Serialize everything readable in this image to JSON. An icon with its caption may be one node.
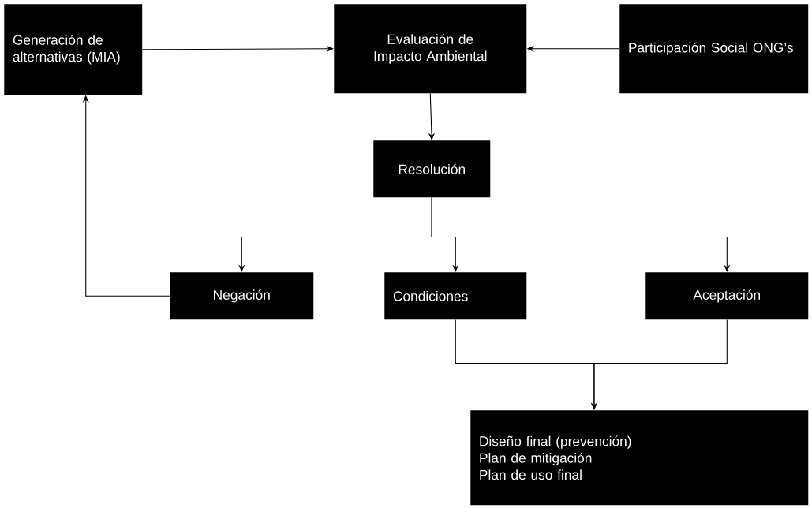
{
  "diagram": {
    "nodes": [
      {
        "text": [
          "Generación de alternativas (MIA)"
        ]
      },
      {
        "text": [
          "Evaluación de Impacto Ambiental"
        ]
      },
      {
        "text": [
          "Participación Social ONG’s"
        ]
      },
      {
        "text": [
          "Resolución"
        ]
      },
      {
        "text": [
          "Negación"
        ]
      },
      {
        "text": [
          "Condiciones"
        ]
      },
      {
        "text": [
          "Aceptación"
        ]
      },
      {
        "text": [
          "Diseño final (prevención)",
          "Plan de mitigación",
          "Plan de uso final"
        ]
      }
    ],
    "edges": [
      {
        "from": 0,
        "to": 1,
        "arrow": "to"
      },
      {
        "from": 2,
        "to": 1,
        "arrow": "to"
      },
      {
        "from": 1,
        "to": 3,
        "arrow": "to"
      },
      {
        "from": 3,
        "to": 4,
        "arrow": "to"
      },
      {
        "from": 3,
        "to": 5,
        "arrow": "to"
      },
      {
        "from": 3,
        "to": 6,
        "arrow": "to"
      },
      {
        "from": 4,
        "to": 0,
        "arrow": "to"
      },
      {
        "from": 5,
        "to": 7,
        "arrow": "to"
      },
      {
        "from": 6,
        "to": 7,
        "arrow": "to"
      }
    ]
  }
}
